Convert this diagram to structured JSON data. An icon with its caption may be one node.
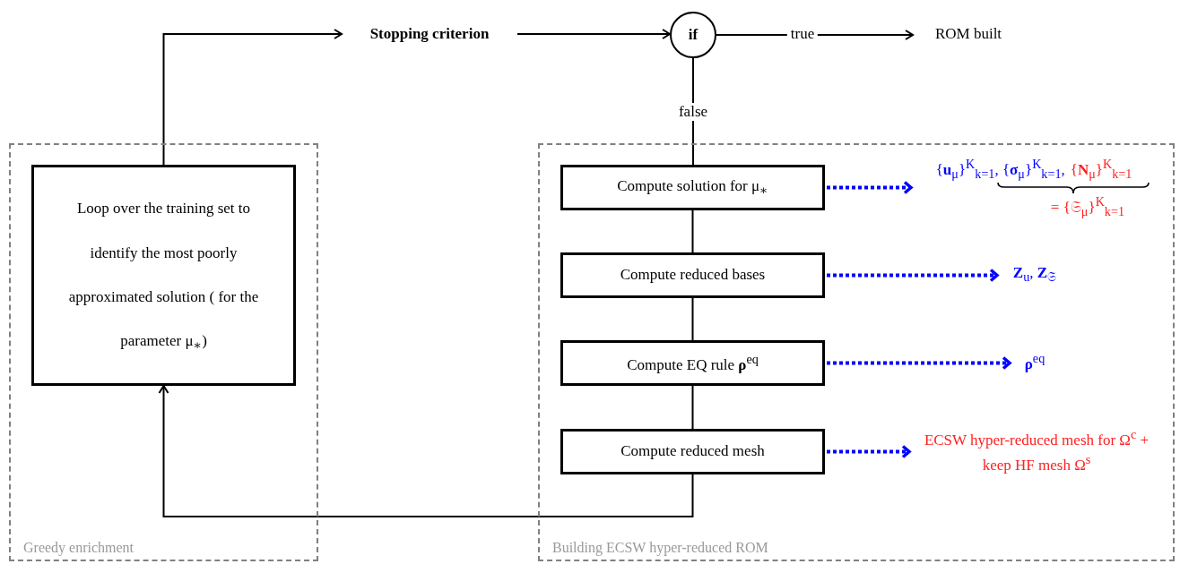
{
  "diagram": {
    "nodes": [
      {
        "text": [
          "Greedy enrichment"
        ]
      },
      {
        "text": [
          "Loop over the training set to identify the most poorly approximated solution ( for the parameter μ$_{∗}$)"
        ],
        "in": 0
      },
      {
        "text": [
          "Building ECSW hyper-reduced ROM"
        ]
      },
      {
        "text": [
          "Compute solution for μ$_{∗}$"
        ],
        "in": 2
      },
      {
        "text": [
          "Compute reduced bases"
        ],
        "in": 2
      },
      {
        "text": [
          "Compute EQ rule **ρ**$^{eq}$"
        ],
        "in": 2
      },
      {
        "text": [
          "Compute reduced mesh"
        ],
        "in": 2
      },
      {
        "text": [
          "{**u**$_{μ}$}$^{K}$$_{k=1}$, {**σ**$_{μ}$}$^{K}$$_{k=1}$,",
          "{**N**$_{μ}$}$^{K}$$_{k=1}$",
          "= {𝔖$_{μ}$}$^{K}$$_{k=1}$"
        ],
        "in": 2
      },
      {
        "text": [
          "**Z**$_{u}$, **Z**$_{𝔖}$"
        ],
        "in": 2
      },
      {
        "text": [
          "**ρ**$^{eq}$"
        ],
        "in": 2
      },
      {
        "text": [
          "ECSW hyper-reduced mesh for Ω$^{c}$ + keep HF mesh Ω$^{s}$"
        ],
        "in": 2
      },
      {
        "text": [
          "Stopping criterion"
        ]
      },
      {
        "text": [
          "if"
        ]
      },
      {
        "text": [
          "ROM built"
        ]
      }
    ],
    "edges": [
      {
        "from": 1,
        "to": 11,
        "arrow": "to"
      },
      {
        "from": 11,
        "to": 12,
        "arrow": "to"
      },
      {
        "from": 12,
        "to": 13,
        "arrow": "to",
        "label": "true"
      },
      {
        "from": 12,
        "to": 3,
        "arrow": "none",
        "label": "false"
      },
      {
        "from": 3,
        "to": 4,
        "arrow": "none"
      },
      {
        "from": 4,
        "to": 5,
        "arrow": "none"
      },
      {
        "from": 5,
        "to": 6,
        "arrow": "none"
      },
      {
        "from": 6,
        "to": 1,
        "arrow": "to"
      },
      {
        "from": 3,
        "to": 7,
        "arrow": "to",
        "style": "dashed",
        "color": "#0000ff"
      },
      {
        "from": 4,
        "to": 8,
        "arrow": "to",
        "style": "dashed",
        "color": "#0000ff"
      },
      {
        "from": 5,
        "to": 9,
        "arrow": "to",
        "style": "dashed",
        "color": "#0000ff"
      },
      {
        "from": 6,
        "to": 10,
        "arrow": "to",
        "style": "dashed",
        "color": "#0000ff"
      }
    ]
  }
}
